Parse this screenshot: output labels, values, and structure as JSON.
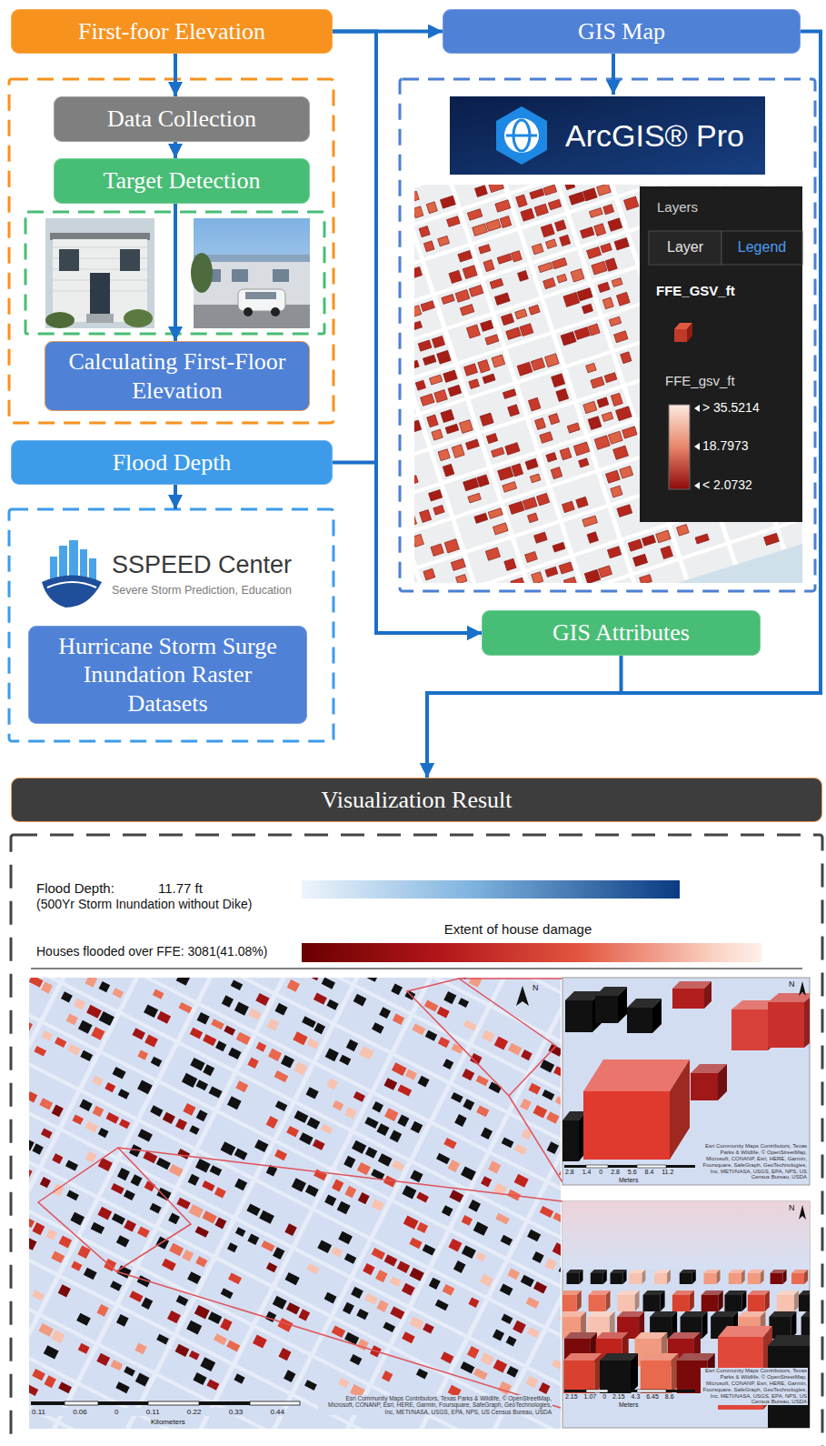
{
  "diagram": {
    "nodes": [
      {
        "text": [
          "First-foor Elevation"
        ]
      },
      {
        "text": [
          "GIS Map"
        ]
      },
      {
        "text": [
          "Data Collection"
        ]
      },
      {
        "text": [
          "Target Detection"
        ]
      },
      {
        "text": [
          "Calculating First-Floor Elevation"
        ]
      },
      {
        "text": [
          "Flood Depth"
        ]
      },
      {
        "text": [
          "Hurricane Storm Surge Inundation Raster Datasets"
        ]
      },
      {
        "text": [
          "GIS Attributes"
        ]
      },
      {
        "text": [
          "Visualization Result"
        ]
      }
    ],
    "edges": [
      {
        "from": 0,
        "to": 1,
        "arrow": "to"
      },
      {
        "from": 0,
        "to": 2,
        "arrow": "to"
      },
      {
        "from": 2,
        "to": 3,
        "arrow": "to"
      },
      {
        "from": 3,
        "to": 4,
        "arrow": "to"
      },
      {
        "from": 0,
        "to": 7,
        "arrow": "to"
      },
      {
        "from": 5,
        "to": 7,
        "arrow": "to"
      },
      {
        "from": 1,
        "to": 8,
        "arrow": "to"
      },
      {
        "from": 7,
        "to": 8,
        "arrow": "to"
      }
    ],
    "labels": [
      "ArcGIS® Pro",
      "Layers",
      "Layer",
      "Legend",
      "FFE_GSV_ft",
      "FFE_gsv_ft",
      "> 35.5214",
      "18.7973",
      "< 2.0732",
      "SSPEED Center",
      "Severe Storm Prediction, Education",
      "Flood Depth:",
      "11.77 ft",
      "(500Yr Storm Inundation without Dike)",
      "Extent of house damage",
      "Houses flooded over FFE: 3081(41.08%)",
      "N",
      "0.11 0.06 0 0.11 0.22 0.33 0.44",
      "Kilometers",
      "Esri Community Maps Contributors, Texas Parks & Wildlife, © OpenStreetMap, Microsoft, CONANP, Esri, HERE, Garmin, Foursquare, SafeGraph, GeoTechnologies, Inc, METI/NASA, USGS, EPA, NPS, US Census Bureau, USDA",
      "N",
      "2.8 1.4 0 2.8 5.6 8.4 11.2",
      "Meters",
      "Esri Community Maps Contributors, Texas Parks & Wildlife, © OpenStreetMap, Microsoft, CONANP, Esri, HERE, Garmin, Foursquare, SafeGraph, GeoTechnologies, Inc, METI/NASA, USGS, EPA, NPS, US Census Bureau, USDA",
      "N",
      "2.15 1.07 0 2.15 4.3 6.45 8.6",
      "Meters",
      "Esri Community Maps Contributors, Texas Parks & Wildlife, © OpenStreetMap, Microsoft, CONANP, Esri, HERE, Garmin, Foursquare, SafeGraph, GeoTechnologies, Inc, METI/NASA, USGS, EPA, NPS, US Census Bureau, USDA"
    ]
  }
}
